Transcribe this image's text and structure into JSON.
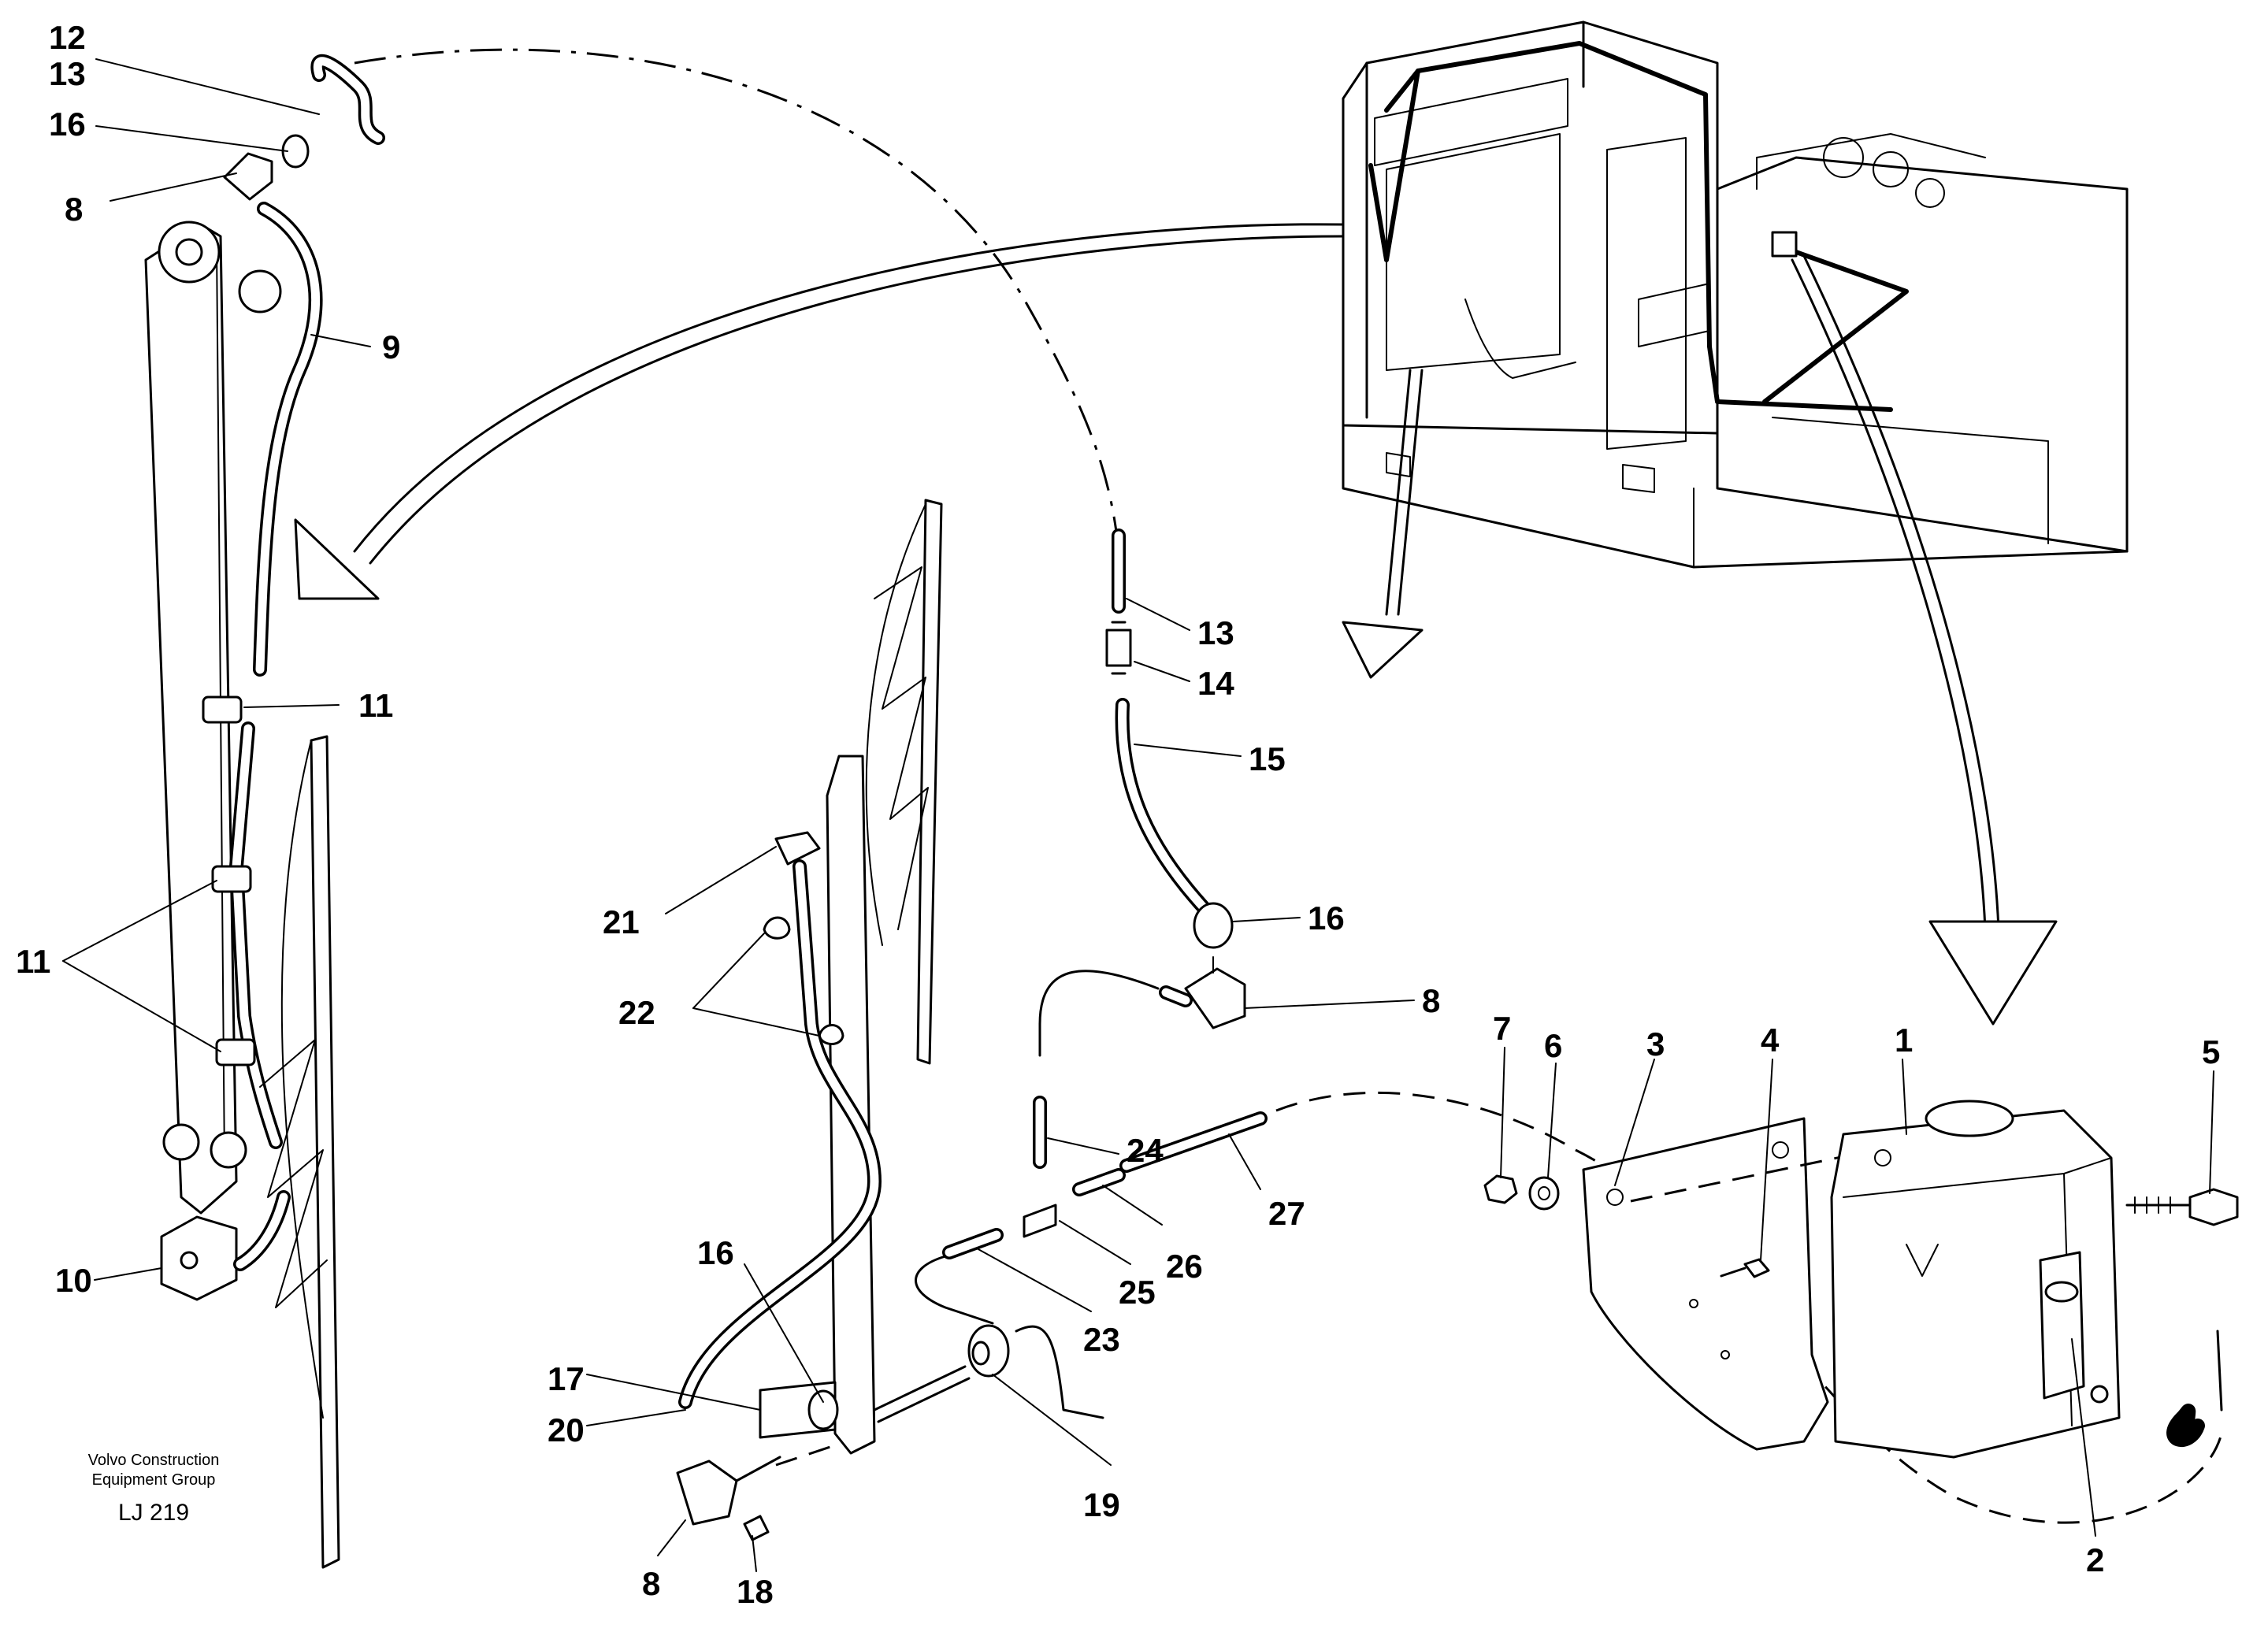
{
  "callouts": {
    "c12": "12",
    "c13a": "13",
    "c16a": "16",
    "c8a": "8",
    "c9": "9",
    "c11a": "11",
    "c11b": "11",
    "c10": "10",
    "c13b": "13",
    "c14": "14",
    "c15": "15",
    "c16b": "16",
    "c8b": "8",
    "c21": "21",
    "c22": "22",
    "c24": "24",
    "c27": "27",
    "c25": "25",
    "c26": "26",
    "c23": "23",
    "c16c": "16",
    "c17": "17",
    "c20": "20",
    "c19": "19",
    "c8c": "8",
    "c18": "18",
    "c7": "7",
    "c6": "6",
    "c3": "3",
    "c4": "4",
    "c1": "1",
    "c5": "5",
    "c2": "2"
  },
  "caption": {
    "line1": "Volvo Construction",
    "line2": "Equipment Group",
    "code": "LJ 219"
  }
}
